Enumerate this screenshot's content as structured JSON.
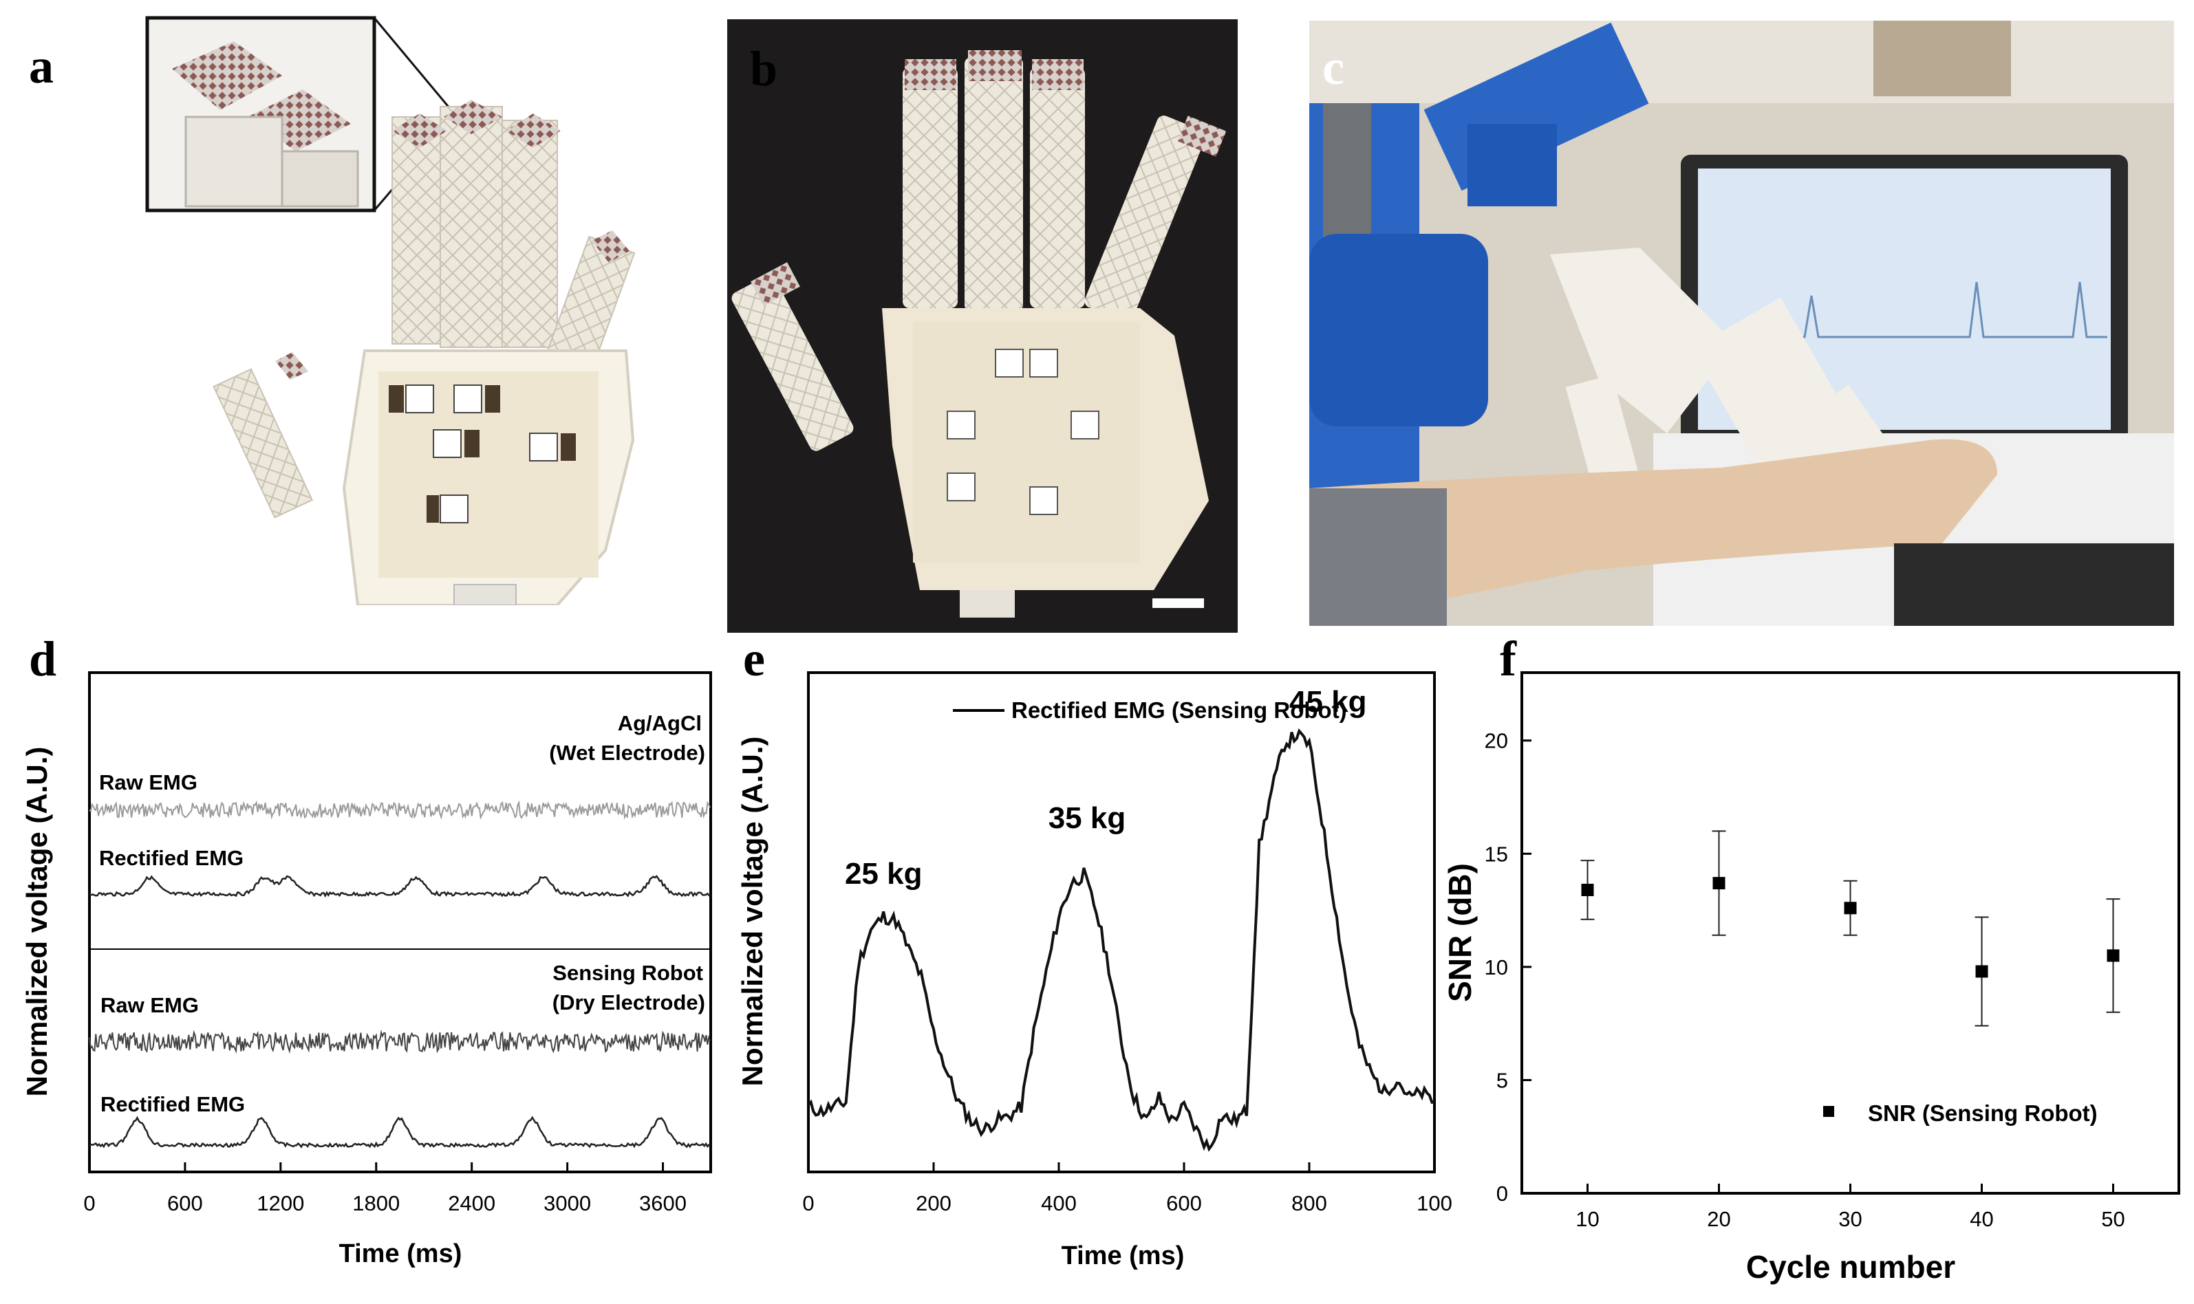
{
  "panels": {
    "a": "a",
    "b": "b",
    "c": "c",
    "d": "d",
    "e": "e",
    "f": "f"
  },
  "colors": {
    "photo_dark_bg": "#1d1b1c",
    "robot_blue": "#1f66c8",
    "robot_white": "#ece7dc",
    "sensor_brown": "#8c5a55",
    "screen_blue": "#dbe7f5",
    "trace_dark": "#1a1a1a",
    "trace_grey": "#9a9a9a"
  },
  "chart_data": [
    {
      "panel": "d",
      "type": "line",
      "xlabel": "Time (ms)",
      "ylabel": "Normalized voltage (A.U.)",
      "xlim": [
        0,
        3900
      ],
      "xticks": [
        0,
        600,
        1200,
        1800,
        2400,
        3000,
        3600
      ],
      "subplots": [
        {
          "electrode_label_1": "Ag/AgCl",
          "electrode_label_2": "(Wet Electrode)",
          "series": [
            {
              "name": "Raw EMG",
              "style": "noisy-grey"
            },
            {
              "name": "Rectified EMG",
              "peaks_ms": [
                380,
                1100,
                1250,
                2050,
                2850,
                3550
              ]
            }
          ]
        },
        {
          "electrode_label_1": "Sensing Robot",
          "electrode_label_2": "(Dry Electrode)",
          "series": [
            {
              "name": "Raw EMG",
              "style": "noisy-dark"
            },
            {
              "name": "Rectified EMG",
              "peaks_ms": [
                300,
                1080,
                1950,
                2780,
                3580
              ]
            }
          ]
        }
      ]
    },
    {
      "panel": "e",
      "type": "line",
      "xlabel": "Time (ms)",
      "ylabel": "Normalized voltage (A.U.)",
      "xlim": [
        0,
        1000
      ],
      "xticks": [
        0,
        200,
        400,
        600,
        800
      ],
      "xticks_label_last": "100",
      "legend": "Rectified EMG (Sensing Robot)",
      "ylim": [
        0,
        100
      ],
      "x": [
        0,
        20,
        40,
        60,
        80,
        100,
        120,
        140,
        160,
        180,
        200,
        220,
        240,
        260,
        280,
        300,
        320,
        340,
        360,
        380,
        400,
        420,
        440,
        460,
        480,
        500,
        520,
        540,
        560,
        580,
        600,
        620,
        640,
        660,
        680,
        700,
        720,
        740,
        760,
        780,
        800,
        820,
        840,
        860,
        880,
        900,
        920,
        940,
        960,
        980,
        1000
      ],
      "y": [
        14,
        13,
        14,
        15,
        45,
        52,
        55,
        54,
        48,
        42,
        30,
        22,
        15,
        11,
        9,
        11,
        12,
        14,
        30,
        43,
        55,
        62,
        64,
        56,
        44,
        28,
        16,
        11,
        16,
        11,
        14,
        9,
        5,
        12,
        11,
        13,
        70,
        82,
        92,
        94,
        92,
        76,
        58,
        40,
        27,
        21,
        17,
        20,
        16,
        17,
        15
      ],
      "annotations": [
        {
          "text": "25 kg",
          "x": 120,
          "y": 62
        },
        {
          "text": "35 kg",
          "x": 445,
          "y": 74
        },
        {
          "text": "45 kg",
          "x": 830,
          "y": 99
        }
      ]
    },
    {
      "panel": "f",
      "type": "scatter",
      "xlabel": "Cycle number",
      "ylabel": "SNR (dB)",
      "xlim": [
        5,
        55
      ],
      "ylim": [
        0,
        23
      ],
      "xticks": [
        10,
        20,
        30,
        40,
        50
      ],
      "yticks": [
        0,
        5,
        10,
        15,
        20
      ],
      "legend": "SNR (Sensing Robot)",
      "series": [
        {
          "name": "SNR (Sensing Robot)",
          "x": [
            10,
            20,
            30,
            40,
            50
          ],
          "y": [
            13.4,
            13.7,
            12.6,
            9.8,
            10.5
          ],
          "yerr": [
            1.3,
            2.3,
            1.2,
            2.4,
            2.5
          ]
        }
      ]
    }
  ]
}
